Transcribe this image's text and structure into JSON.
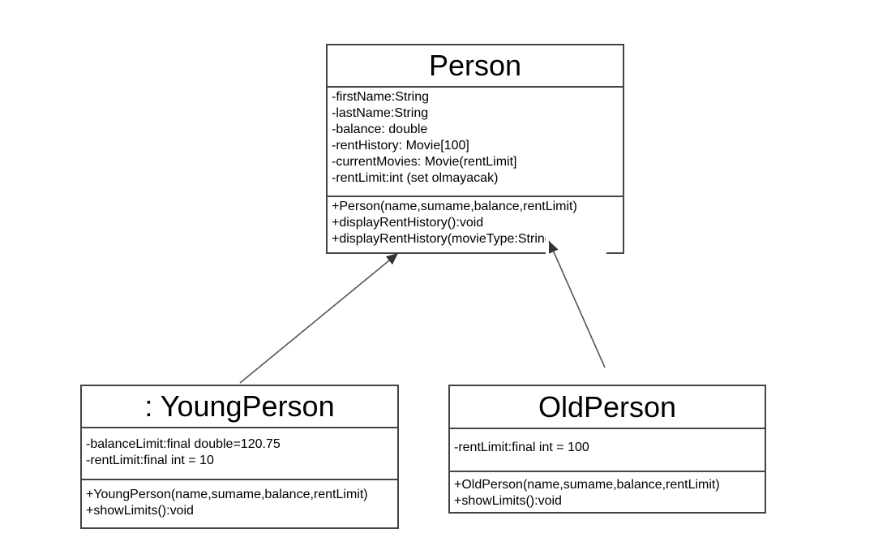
{
  "classes": {
    "person": {
      "name": "Person",
      "attributes": [
        "-firstName:String",
        "-lastName:String",
        "-balance:  double",
        "-rentHistory: Movie[100]",
        "-currentMovies: Movie(rentLimit]",
        "-rentLimit:int (set olmayacak)"
      ],
      "methods": [
        "+Person(name,sumame,balance,rentLimit)",
        "+displayRentHistory():void",
        "+displayRentHistory(movieType:String):void"
      ]
    },
    "young_person": {
      "name": ": YoungPerson",
      "attributes": [
        "-balanceLimit:final double=120.75",
        "-rentLimit:final int = 10"
      ],
      "methods": [
        "+YoungPerson(name,sumame,balance,rentLimit)",
        "+showLimits():void"
      ]
    },
    "old_person": {
      "name": "OldPerson",
      "attributes": [
        "-rentLimit:final int = 100"
      ],
      "methods": [
        "+OldPerson(name,sumame,balance,rentLimit)",
        "+showLimits():void"
      ]
    }
  },
  "relations": [
    {
      "from": "YoungPerson",
      "to": "Person",
      "type": "association-arrow"
    },
    {
      "from": "OldPerson",
      "to": "Person",
      "type": "association-arrow"
    }
  ]
}
